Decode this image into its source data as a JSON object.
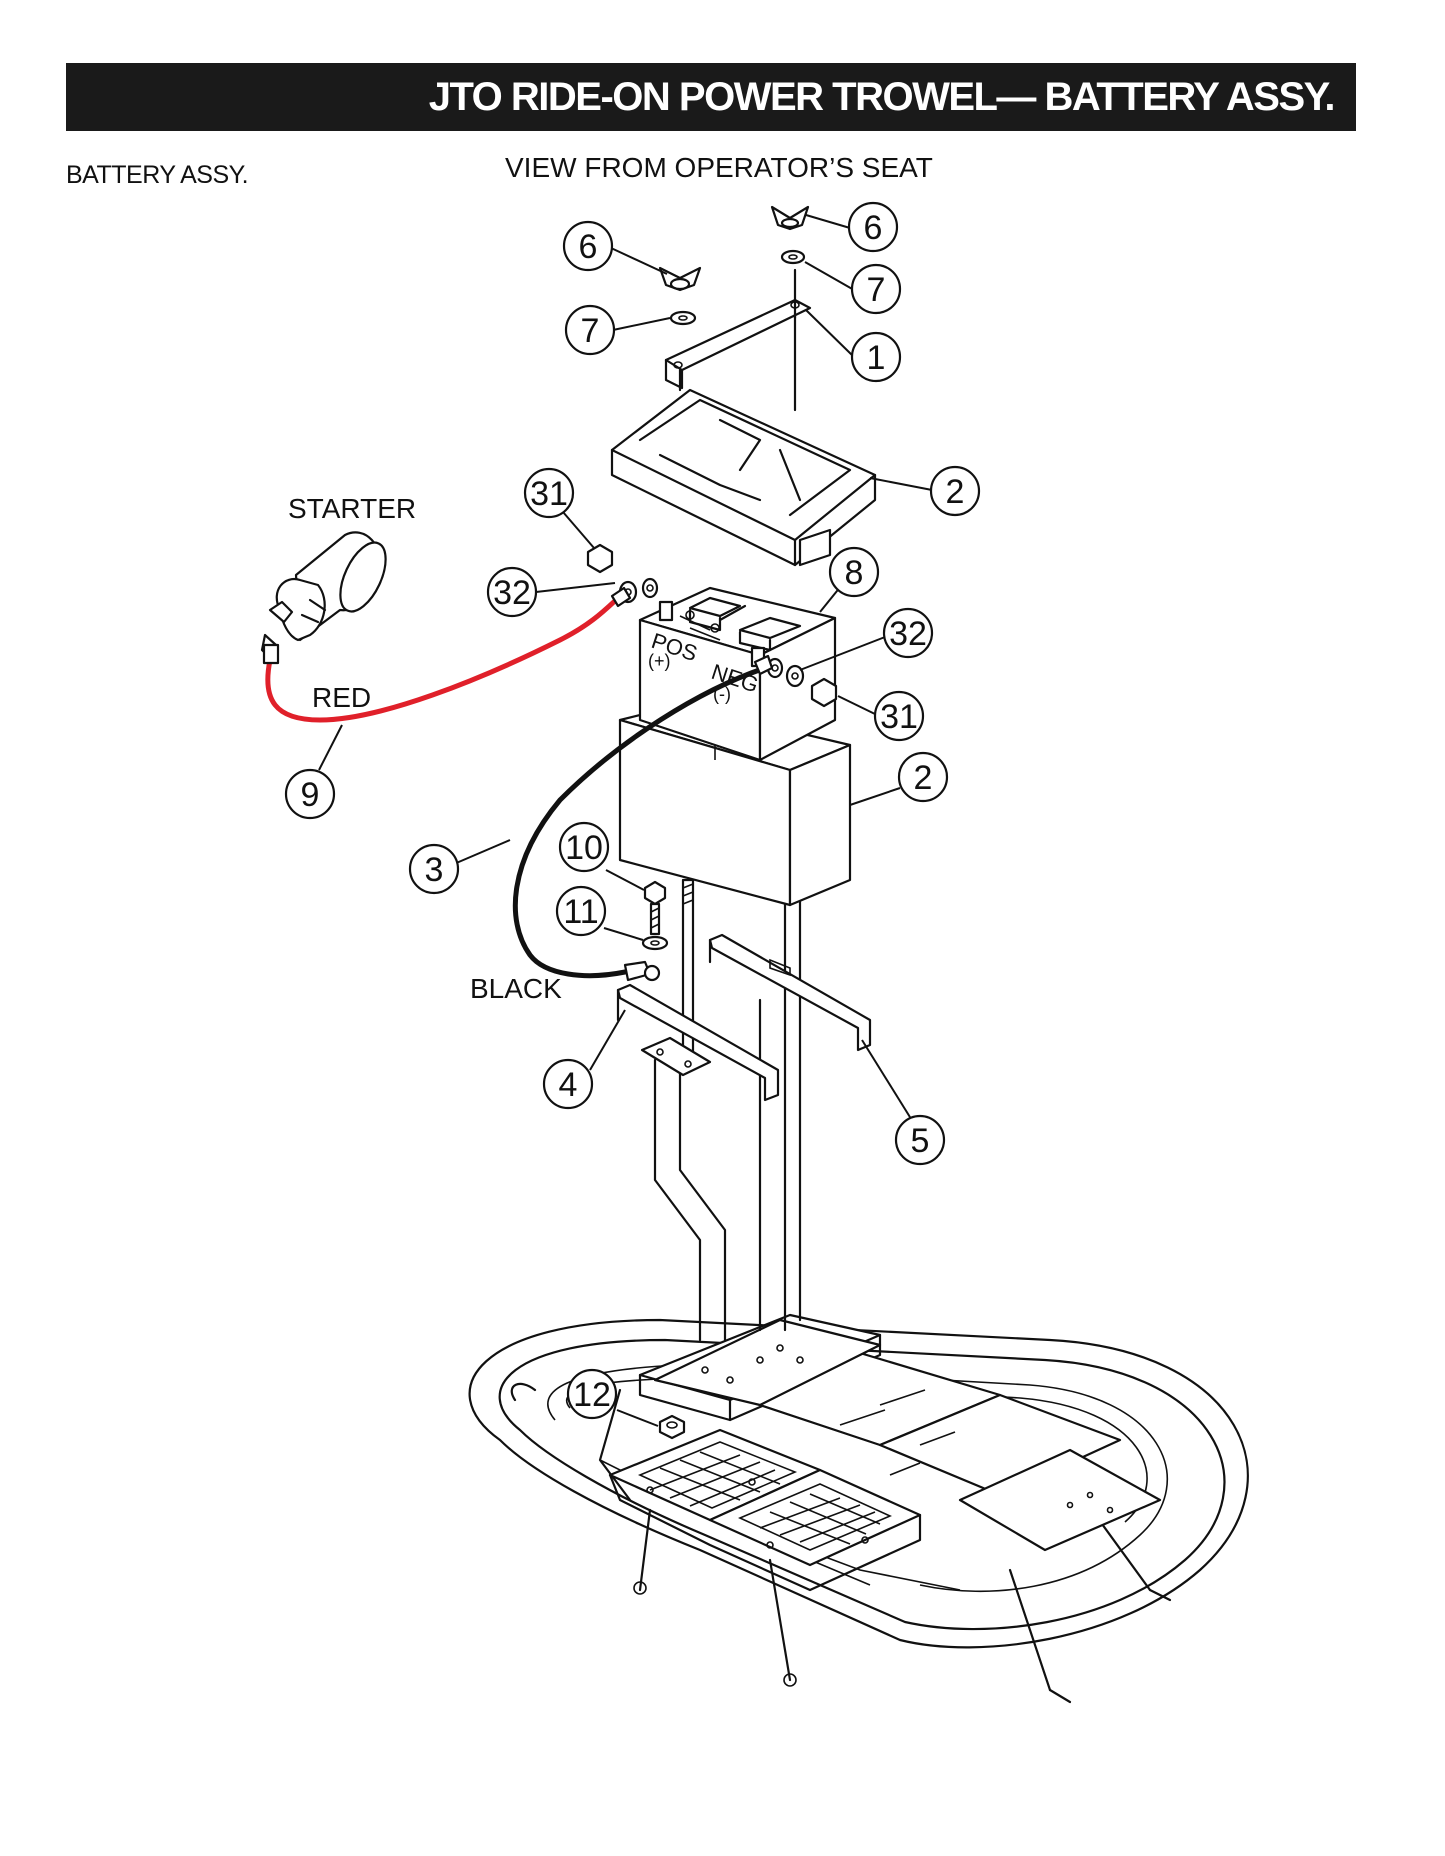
{
  "header": {
    "title": "JTO RIDE-ON POWER TROWEL— BATTERY ASSY.",
    "section_label": "BATTERY ASSY.",
    "view_label": "VIEW FROM OPERATOR’S SEAT"
  },
  "labels": {
    "starter": "STARTER",
    "red": "RED",
    "black": "BLACK",
    "pos": "POS",
    "pos_sign": "(+)",
    "neg": "NEG",
    "neg_sign": "(-)"
  },
  "callouts": [
    {
      "id": "c6a",
      "number": "6"
    },
    {
      "id": "c6b",
      "number": "6"
    },
    {
      "id": "c7a",
      "number": "7"
    },
    {
      "id": "c7b",
      "number": "7"
    },
    {
      "id": "c1",
      "number": "1"
    },
    {
      "id": "c2a",
      "number": "2"
    },
    {
      "id": "c31a",
      "number": "31"
    },
    {
      "id": "c32a",
      "number": "32"
    },
    {
      "id": "c8",
      "number": "8"
    },
    {
      "id": "c32b",
      "number": "32"
    },
    {
      "id": "c31b",
      "number": "31"
    },
    {
      "id": "c2b",
      "number": "2"
    },
    {
      "id": "c9",
      "number": "9"
    },
    {
      "id": "c3",
      "number": "3"
    },
    {
      "id": "c10",
      "number": "10"
    },
    {
      "id": "c11",
      "number": "11"
    },
    {
      "id": "c4",
      "number": "4"
    },
    {
      "id": "c5",
      "number": "5"
    },
    {
      "id": "c12",
      "number": "12"
    }
  ],
  "colors": {
    "title_bar": "#1a1a1a",
    "title_text": "#ffffff",
    "red_cable": "#e0202a",
    "black_cable": "#111111"
  }
}
